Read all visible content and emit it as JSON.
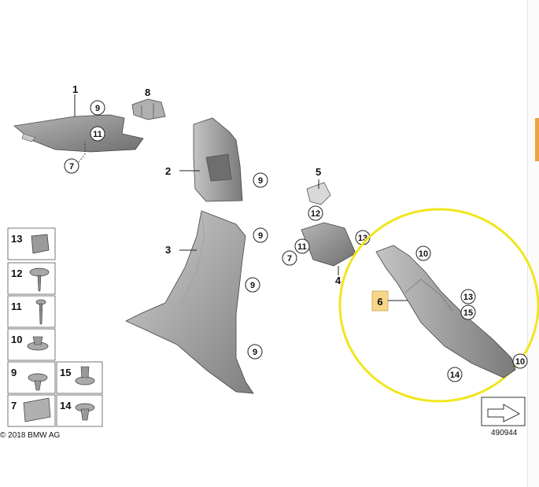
{
  "copyright": "© 2018 BMW AG",
  "diagram_number": "490944",
  "part_labels": {
    "p1": "1",
    "p2": "2",
    "p3": "3",
    "p4": "4",
    "p5": "5",
    "p6": "6",
    "p8": "8"
  },
  "callouts": {
    "c9a": "9",
    "c11a": "11",
    "c7a": "7",
    "c9b": "9",
    "c9c": "9",
    "c9d": "9",
    "c9e": "9",
    "c12": "12",
    "c11b": "11",
    "c7b": "7",
    "c13a": "13",
    "c10a": "10",
    "c13b": "13",
    "c15": "15",
    "c14": "14",
    "c10b": "10"
  },
  "legend": {
    "l13": "13",
    "l12": "12",
    "l11": "11",
    "l10": "10",
    "l9": "9",
    "l15": "15",
    "l7": "7",
    "l14": "14"
  },
  "colors": {
    "highlight_circle": "#f0e61e",
    "part6_badge": "#f7d68a",
    "part_gray": "#8f8f8f"
  }
}
